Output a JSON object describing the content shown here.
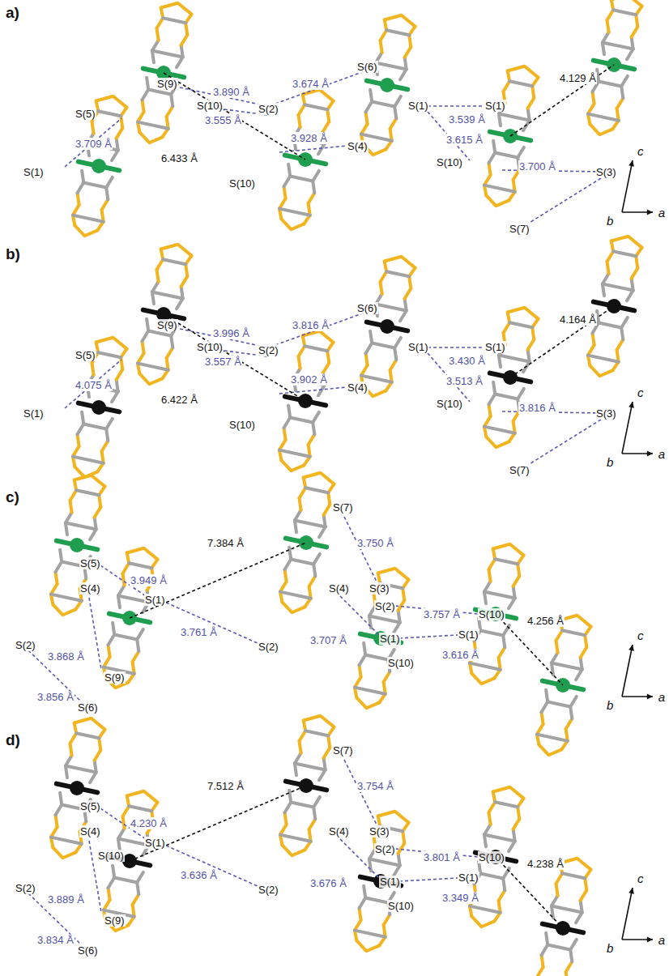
{
  "diagram": {
    "labels": [
      "a)",
      "S(1)",
      "S(5)",
      "3.709 Å",
      "S(9)",
      "3.890 Å",
      "3.674 Å",
      "S(6)",
      "S(10)",
      "S(2)",
      "3.555 Å",
      "3.928 Å",
      "S(4)",
      "6.433 Å",
      "S(10)",
      "S(1)",
      "S(1)",
      "3.539 Å",
      "3.615 Å",
      "S(10)",
      "4.129 Å",
      "3.700 Å",
      "S(3)",
      "S(7)",
      "c",
      "b",
      "a",
      "b)",
      "S(1)",
      "S(5)",
      "4.075 Å",
      "S(9)",
      "3.996 Å",
      "3.816 Å",
      "S(6)",
      "S(10)",
      "S(2)",
      "3.557 Å",
      "3.902 Å",
      "S(4)",
      "6.422 Å",
      "S(10)",
      "S(1)",
      "S(1)",
      "3.430 Å",
      "3.513 Å",
      "S(10)",
      "4.164 Å",
      "3.816 Å",
      "S(3)",
      "S(7)",
      "c",
      "b",
      "a",
      "c)",
      "S(5)",
      "3.949 Å",
      "S(4)",
      "S(1)",
      "7.384 Å",
      "S(7)",
      "3.750 Å",
      "S(4)",
      "S(3)",
      "S(2)",
      "3.757 Å",
      "S(10)",
      "S(1)",
      "3.616 Å",
      "S(1)",
      "S(10)",
      "3.707 Å",
      "3.761 Å",
      "S(2)",
      "S(2)",
      "3.868 Å",
      "3.856 Å",
      "S(6)",
      "S(9)",
      "4.256 Å",
      "c",
      "b",
      "a",
      "d)",
      "S(5)",
      "4.230 Å",
      "S(4)",
      "S(1)",
      "S(10)",
      "7.512 Å",
      "S(7)",
      "3.754 Å",
      "S(4)",
      "S(3)",
      "S(2)",
      "3.801 Å",
      "S(10)",
      "S(1)",
      "3.349 Å",
      "S(1)",
      "S(10)",
      "3.676 Å",
      "3.636 Å",
      "S(2)",
      "S(2)",
      "3.889 Å",
      "3.834 Å",
      "S(6)",
      "S(9)",
      "4.238 Å",
      "c",
      "b",
      "a"
    ]
  }
}
